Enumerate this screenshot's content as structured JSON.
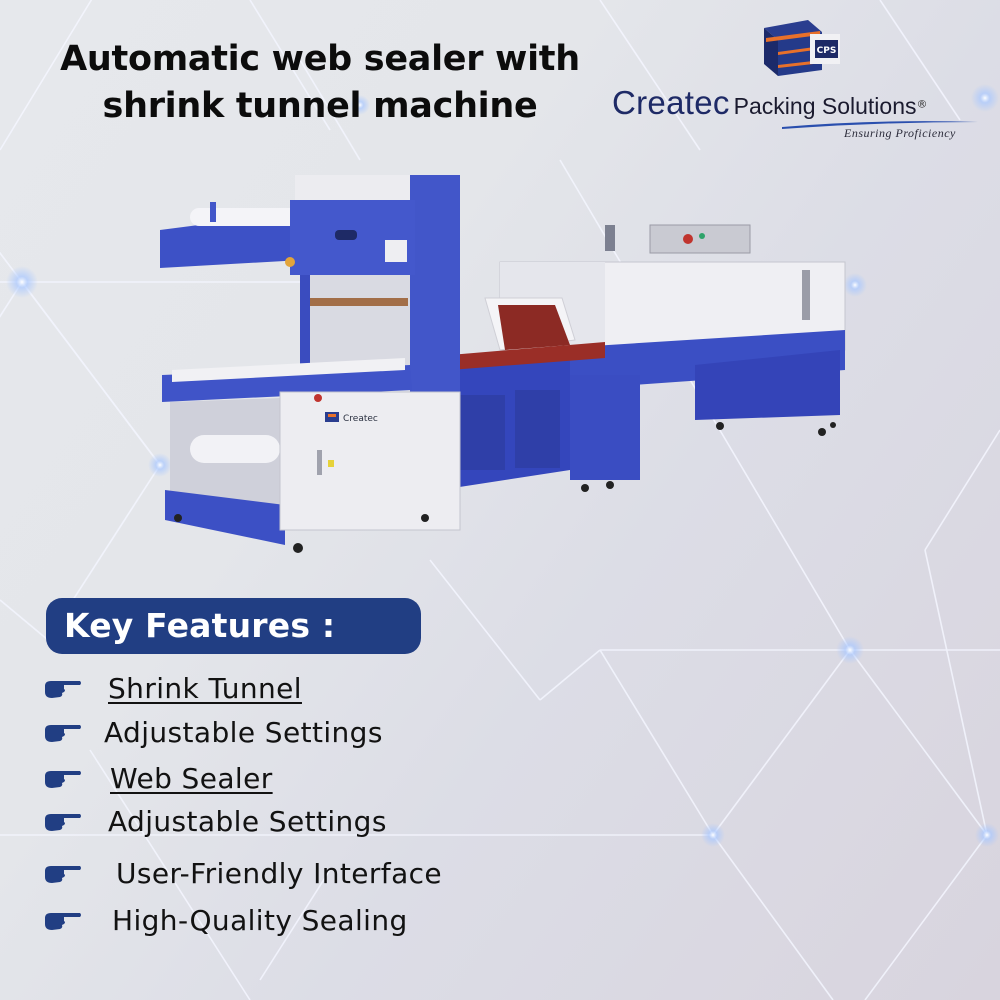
{
  "title": {
    "line1": "Automatic web sealer with",
    "line2": "shrink tunnel machine"
  },
  "logo": {
    "mark_text": "CPS",
    "brand": "Createc",
    "sub": "Packing Solutions",
    "registered": "®",
    "tagline": "Ensuring Proficiency"
  },
  "machine": {
    "panel_brand": "Createc",
    "colors": {
      "frame": "#3b4fc4",
      "panel": "#e9e9ee",
      "conveyor": "#a0302a"
    }
  },
  "key_features": {
    "heading": "Key Features :",
    "items": [
      {
        "label": "Shrink Tunnel",
        "underlined": true,
        "icon": "pointing-hand-icon"
      },
      {
        "label": "Adjustable Settings",
        "underlined": false,
        "icon": "pointing-hand-icon"
      },
      {
        "label": "Web Sealer",
        "underlined": true,
        "icon": "pointing-hand-icon"
      },
      {
        "label": "Adjustable Settings",
        "underlined": false,
        "icon": "pointing-hand-icon"
      },
      {
        "label": "User-Friendly Interface",
        "underlined": false,
        "icon": "pointing-hand-icon"
      },
      {
        "label": "High-Quality Sealing",
        "underlined": false,
        "icon": "pointing-hand-icon"
      }
    ]
  },
  "colors": {
    "badge": "#213e83",
    "hand_icon": "#213e83",
    "brand_navy": "#1e2a66",
    "logo_orange": "#e8702a"
  }
}
